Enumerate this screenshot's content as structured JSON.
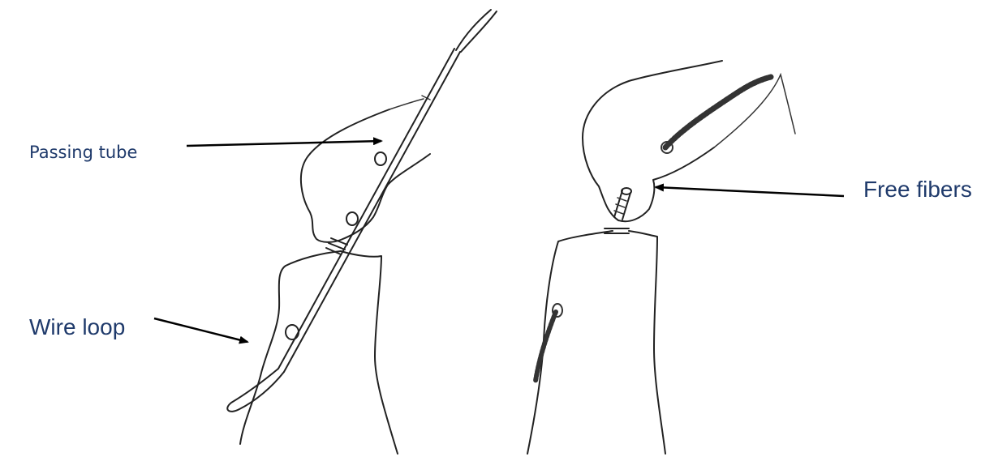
{
  "labels": {
    "passing_tube": "Passing tube",
    "wire_loop": "Wire loop",
    "free_fibers": "Free fibers"
  },
  "colors": {
    "label_text": "#1f3a6b",
    "ink": "#222222",
    "background": "#ffffff"
  }
}
